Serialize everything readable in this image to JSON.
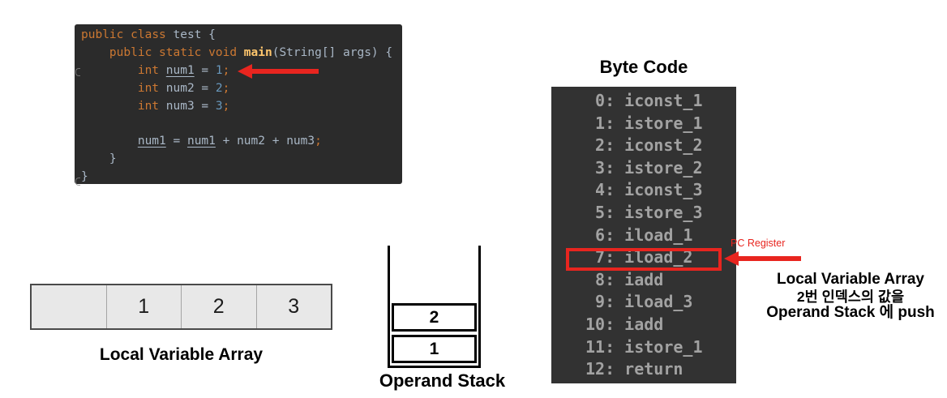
{
  "colors": {
    "red_accent": "#e8251f",
    "editor_bg": "#2b2b2b",
    "bytecode_bg": "#323232",
    "bytecode_text": "#a2a2a2",
    "code_keyword": "#cc7832",
    "code_plain": "#a9b7c6",
    "code_number": "#6897bb",
    "code_method": "#ffc66d",
    "array_cell_bg": "#e8e8e8"
  },
  "editor": {
    "lines": [
      {
        "tokens": [
          {
            "t": "public",
            "c": "kw"
          },
          {
            "t": " ",
            "c": "pl"
          },
          {
            "t": "class",
            "c": "kw"
          },
          {
            "t": " test {",
            "c": "pl"
          }
        ]
      },
      {
        "tokens": [
          {
            "t": "    ",
            "c": "pl"
          },
          {
            "t": "public static void",
            "c": "kw"
          },
          {
            "t": " ",
            "c": "pl"
          },
          {
            "t": "main",
            "c": "fn"
          },
          {
            "t": "(String[] args) {",
            "c": "pl"
          }
        ]
      },
      {
        "tokens": [
          {
            "t": "        ",
            "c": "pl"
          },
          {
            "t": "int",
            "c": "kw"
          },
          {
            "t": " ",
            "c": "pl"
          },
          {
            "t": "num1",
            "c": "un"
          },
          {
            "t": " = ",
            "c": "pl"
          },
          {
            "t": "1",
            "c": "num"
          },
          {
            "t": ";",
            "c": "semi"
          }
        ]
      },
      {
        "tokens": [
          {
            "t": "        ",
            "c": "pl"
          },
          {
            "t": "int",
            "c": "kw"
          },
          {
            "t": " num2 = ",
            "c": "pl"
          },
          {
            "t": "2",
            "c": "num"
          },
          {
            "t": ";",
            "c": "semi"
          }
        ]
      },
      {
        "tokens": [
          {
            "t": "        ",
            "c": "pl"
          },
          {
            "t": "int",
            "c": "kw"
          },
          {
            "t": " num3 = ",
            "c": "pl"
          },
          {
            "t": "3",
            "c": "num"
          },
          {
            "t": ";",
            "c": "semi"
          }
        ]
      },
      {
        "tokens": [
          {
            "t": "",
            "c": "pl"
          }
        ]
      },
      {
        "tokens": [
          {
            "t": "        ",
            "c": "pl"
          },
          {
            "t": "num1",
            "c": "un"
          },
          {
            "t": " = ",
            "c": "pl"
          },
          {
            "t": "num1",
            "c": "un"
          },
          {
            "t": " + num2 + num3",
            "c": "pl"
          },
          {
            "t": ";",
            "c": "semi"
          }
        ]
      },
      {
        "tokens": [
          {
            "t": "    }",
            "c": "pl"
          }
        ]
      },
      {
        "tokens": [
          {
            "t": "}",
            "c": "pl"
          }
        ]
      }
    ]
  },
  "bytecode": {
    "title": "Byte Code",
    "lines": [
      " 0: iconst_1",
      " 1: istore_1",
      " 2: iconst_2",
      " 3: istore_2",
      " 4: iconst_3",
      " 5: istore_3",
      " 6: iload_1",
      " 7: iload_2",
      " 8: iadd",
      " 9: iload_3",
      "10: iadd",
      "11: istore_1",
      "12: return"
    ],
    "highlight_index": 7,
    "pc_register_label": "PC Register",
    "annotation": {
      "line1": "Local Variable Array",
      "line2": "2번 인덱스의 값을",
      "line3": "Operand Stack 에 push"
    }
  },
  "local_variable_array": {
    "cells": [
      "",
      "1",
      "2",
      "3"
    ],
    "label": "Local Variable Array"
  },
  "operand_stack": {
    "items": [
      "2",
      "1"
    ],
    "label": "Operand Stack"
  }
}
